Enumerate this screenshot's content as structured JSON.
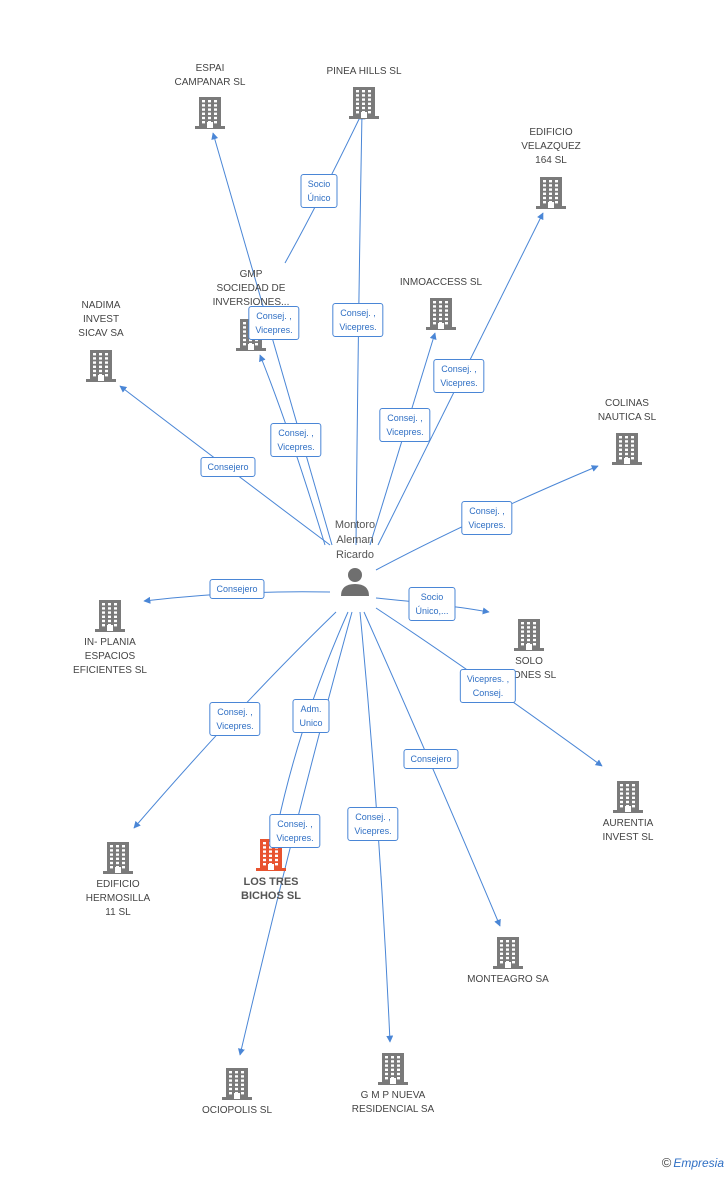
{
  "center": {
    "name": "Montoro\nAleman\nRicardo",
    "icon": "person-icon"
  },
  "companies": [
    {
      "id": "espai",
      "name": "ESPAI\nCAMPANAR SL",
      "highlight": false
    },
    {
      "id": "pinea",
      "name": "PINEA HILLS SL",
      "highlight": false
    },
    {
      "id": "velazquez",
      "name": "EDIFICIO\nVELAZQUEZ\n164 SL",
      "highlight": false
    },
    {
      "id": "gmp",
      "name": "GMP\nSOCIEDAD DE\nINVERSIONES...",
      "highlight": false
    },
    {
      "id": "inmoaccess",
      "name": "INMOACCESS SL",
      "highlight": false
    },
    {
      "id": "nadima",
      "name": "NADIMA\nINVEST\nSICAV SA",
      "highlight": false
    },
    {
      "id": "colinas",
      "name": "COLINAS\nNAUTICA SL",
      "highlight": false
    },
    {
      "id": "inplania",
      "name": "IN- PLANIA\nESPACIOS\nEFICIENTES  SL",
      "highlight": false
    },
    {
      "id": "solo",
      "name": "SOLO\n...IONES SL",
      "highlight": false
    },
    {
      "id": "aurentia",
      "name": "AURENTIA\nINVEST  SL",
      "highlight": false
    },
    {
      "id": "hermosilla",
      "name": "EDIFICIO\nHERMOSILLA\n11 SL",
      "highlight": false
    },
    {
      "id": "lostres",
      "name": "LOS TRES\nBICHOS SL",
      "highlight": true
    },
    {
      "id": "monteagro",
      "name": "MONTEAGRO SA",
      "highlight": false
    },
    {
      "id": "ociopolis",
      "name": "OCIOPOLIS SL",
      "highlight": false
    },
    {
      "id": "gmpnueva",
      "name": "G M P NUEVA\nRESIDENCIAL SA",
      "highlight": false
    }
  ],
  "relations": [
    {
      "to": "espai",
      "label": "Consej. ,\nVicepres."
    },
    {
      "to": "pinea",
      "label": "Consej. ,\nVicepres."
    },
    {
      "from": "gmp",
      "to": "pinea",
      "label": "Socio\nÚnico"
    },
    {
      "to": "velazquez",
      "label": "Consej. ,\nVicepres."
    },
    {
      "to": "gmp",
      "label": "Consej. ,\nVicepres."
    },
    {
      "to": "inmoaccess",
      "label": "Consej. ,\nVicepres."
    },
    {
      "to": "nadima",
      "label": "Consejero"
    },
    {
      "to": "colinas",
      "label": "Consej. ,\nVicepres."
    },
    {
      "to": "inplania",
      "label": "Consejero"
    },
    {
      "to": "solo",
      "label": "Socio\nÚnico,..."
    },
    {
      "to": "aurentia",
      "label": "Vicepres. ,\nConsej."
    },
    {
      "to": "hermosilla",
      "label": "Consej. ,\nVicepres."
    },
    {
      "to": "lostres",
      "label": "Adm.\nUnico"
    },
    {
      "to": "ociopolis",
      "label": "Consej. ,\nVicepres."
    },
    {
      "to": "gmpnueva",
      "label": "Consej. ,\nVicepres."
    },
    {
      "to": "monteagro",
      "label": "Consejero"
    }
  ],
  "colors": {
    "edge": "#4a86d6",
    "building": "#7a7a7a",
    "highlight": "#e8532f",
    "person": "#6f6f6f"
  },
  "footer": {
    "copyright": "©",
    "brand": "Empresia"
  }
}
